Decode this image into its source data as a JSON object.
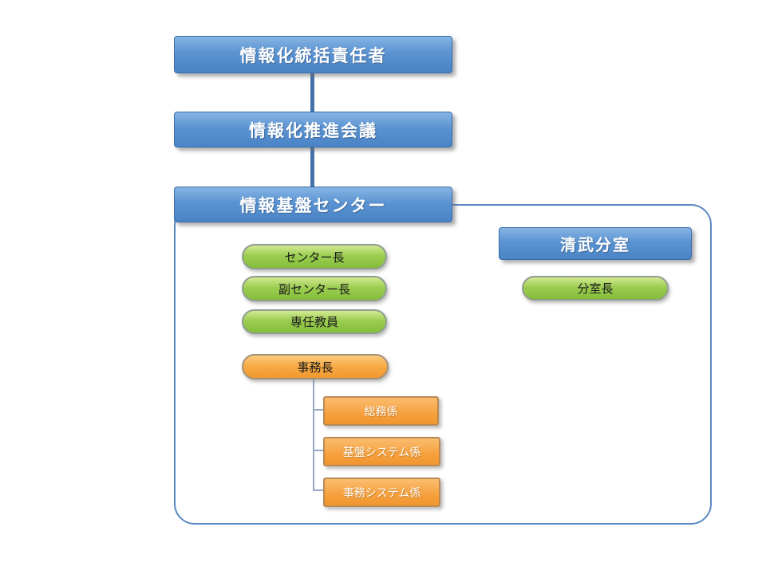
{
  "org": {
    "cio": {
      "label": "情報化統括責任者"
    },
    "council": {
      "label": "情報化推進会議"
    },
    "center": {
      "label": "情報基盤センター"
    },
    "roles": [
      {
        "label": "センター長"
      },
      {
        "label": "副センター長"
      },
      {
        "label": "専任教員"
      }
    ],
    "office_manager": {
      "label": "事務長"
    },
    "sections": [
      {
        "label": "総務係"
      },
      {
        "label": "基盤システム係"
      },
      {
        "label": "事務システム係"
      }
    ],
    "branch": {
      "label": "清武分室",
      "head": {
        "label": "分室長"
      }
    }
  },
  "colors": {
    "blue_fill": "#5B93D2",
    "blue_border": "#3B6CA8",
    "green_fill": "#9CCD52",
    "green_border": "#8F9E8F",
    "orange_fill": "#F8A945",
    "orange_border": "#B98A54",
    "frame_border": "#5B88C2",
    "connector_blue": "#4472A8",
    "connector_light": "#95A9C8"
  }
}
